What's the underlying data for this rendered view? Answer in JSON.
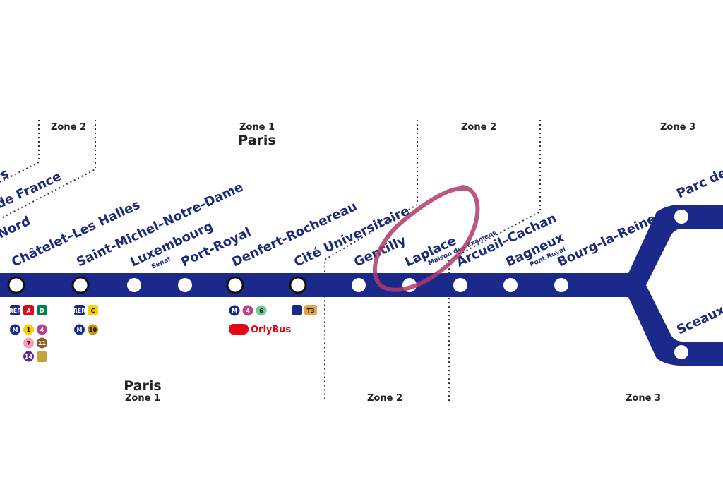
{
  "colors": {
    "line": "#1b2a8a",
    "text": "#1c2a7a",
    "zone_border": "#333333",
    "circle_annotation": "#b03a6a",
    "rer_a": "#e3051c",
    "rer_b": "#5291ce",
    "rer_c": "#ffcc00",
    "rer_d": "#00814f",
    "metro_1": "#ffcd00",
    "metro_4": "#be418d",
    "metro_6": "#6eca97",
    "metro_7": "#fa9aba",
    "metro_11": "#8d5e2a",
    "metro_10": "#c9910d",
    "metro_14": "#62259d",
    "orlybus": "#e30613"
  },
  "zones": {
    "top_left": "Zone 2",
    "top_paris_zone": "Zone 1",
    "top_paris_city": "Paris",
    "top_mid": "Zone 2",
    "top_right": "Zone 3",
    "bottom_paris_city": "Paris",
    "bottom_paris_zone": "Zone 1",
    "bottom_mid": "Zone 2",
    "bottom_right": "Zone 3"
  },
  "stations": {
    "partial_1": "rs",
    "partial_2": "de France",
    "partial_3": "Nord",
    "chatelet": "Châtelet–Les Halles",
    "saint_michel": "Saint-Michel–Notre-Dame",
    "luxembourg": "Luxembourg",
    "luxembourg_sub": "Sénat",
    "port_royal": "Port-Royal",
    "denfert": "Denfert-Rochereau",
    "cite_u": "Cité Universitaire",
    "gentilly": "Gentilly",
    "laplace": "Laplace",
    "laplace_sub": "Maison des Examens",
    "arcueil": "Arcueil–Cachan",
    "bagneux": "Bagneux",
    "bagneux_sub": "Pont Royal",
    "bourg": "Bourg-la-Reine",
    "parc": "Parc de",
    "sceaux": "Sceaux"
  },
  "connections": {
    "chatelet_rer": [
      "A",
      "D"
    ],
    "chatelet_metro": [
      "1",
      "4",
      "7",
      "11",
      "14"
    ],
    "saint_michel_rer": [
      "C"
    ],
    "saint_michel_metro": [
      "10"
    ],
    "denfert_metro": [
      "4",
      "6"
    ],
    "orlybus": "OrlyBus",
    "tram_badge": "T3"
  },
  "icons": [
    "rer-icon",
    "metro-icon",
    "tram-icon",
    "orlybus-icon",
    "station-stop-icon",
    "interchange-stop-icon"
  ]
}
